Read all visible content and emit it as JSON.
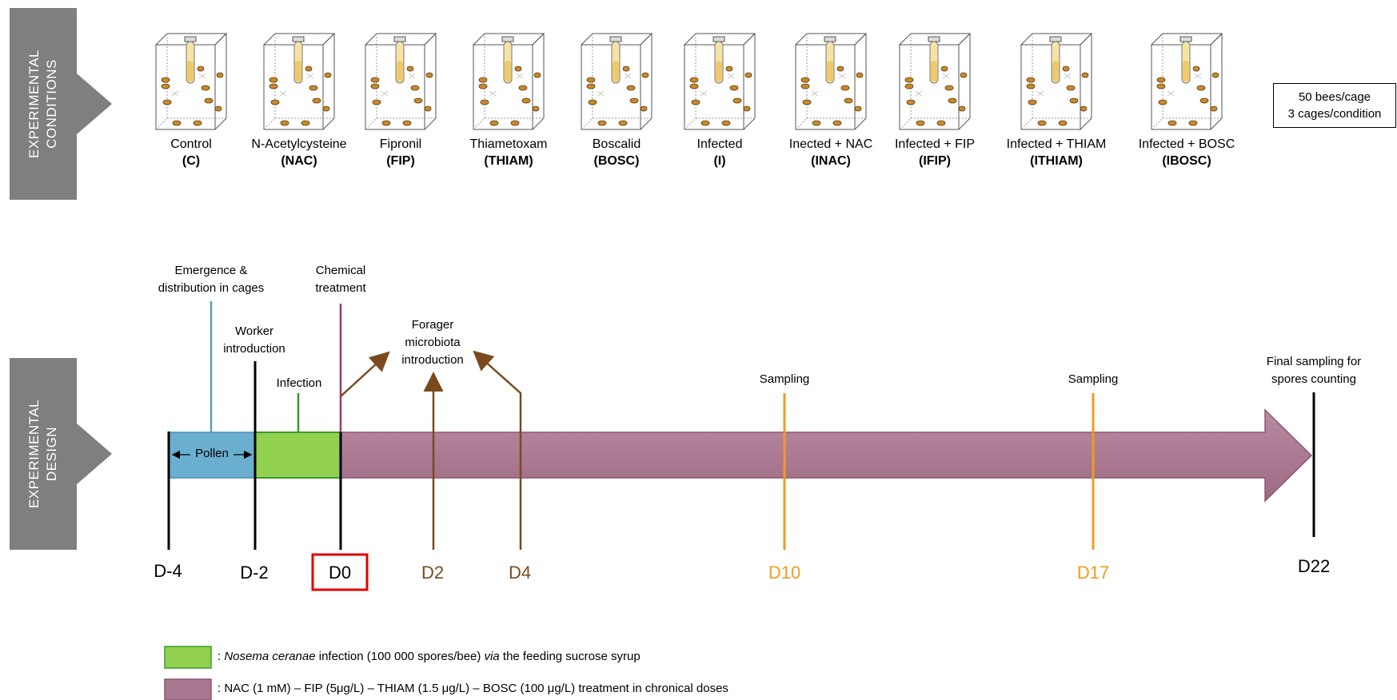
{
  "side_tabs": {
    "conditions": [
      "EXPERIMENTAL",
      "CONDITIONS"
    ],
    "design": [
      "EXPERIMENTAL",
      "DESIGN"
    ]
  },
  "conditions": [
    {
      "name": "Control",
      "abbr": "(C)"
    },
    {
      "name": "N-Acetylcysteine",
      "abbr": "(NAC)"
    },
    {
      "name": "Fipronil",
      "abbr": "(FIP)"
    },
    {
      "name": "Thiametoxam",
      "abbr": "(THIAM)"
    },
    {
      "name": "Boscalid",
      "abbr": "(BOSC)"
    },
    {
      "name": "Infected",
      "abbr": "(I)"
    },
    {
      "name": "Inected + NAC",
      "abbr": "(INAC)"
    },
    {
      "name": "Infected + FIP",
      "abbr": "(IFIP)"
    },
    {
      "name": "Infected + THIAM",
      "abbr": "(ITHIAM)"
    },
    {
      "name": "Infected + BOSC",
      "abbr": "(IBOSC)"
    }
  ],
  "bees_box": {
    "line1": "50 bees/cage",
    "line2": "3 cages/condition"
  },
  "timeline": {
    "emergence": [
      "Emergence &",
      "distribution in cages"
    ],
    "chemical": [
      "Chemical",
      "treatment"
    ],
    "worker": [
      "Worker",
      "introduction"
    ],
    "forager": [
      "Forager",
      "microbiota",
      "introduction"
    ],
    "infection": "Infection",
    "pollen": "Pollen",
    "sampling1": "Sampling",
    "sampling2": "Sampling",
    "final": [
      "Final sampling for",
      "spores counting"
    ],
    "days": [
      "D-4",
      "D-2",
      "D0",
      "D2",
      "D4",
      "D10",
      "D17",
      "D22"
    ]
  },
  "legend": {
    "green_species": "Nosema ceranae",
    "green_mid": " infection (100 000 spores/bee) ",
    "green_via": "via",
    "green_end": " the feeding sucrose syrup",
    "green_prefix": ": ",
    "mauve": ": NAC (1 mM) – FIP (5μg/L) – THIAM (1.5 μg/L) – BOSC (100 μg/L) treatment in chronical doses"
  },
  "colors": {
    "tab_grey": "#7f7f7f",
    "pollen_blue": "#6aaed0",
    "infection_green": "#92d050",
    "treatment_mauve": "#a06a84",
    "forager_brown": "#7a4a1e",
    "sampling_orange": "#f29b1c",
    "d0_red": "#e00000",
    "emergence_line": "#5b9bb8",
    "chemical_line": "#9b3a6b"
  }
}
